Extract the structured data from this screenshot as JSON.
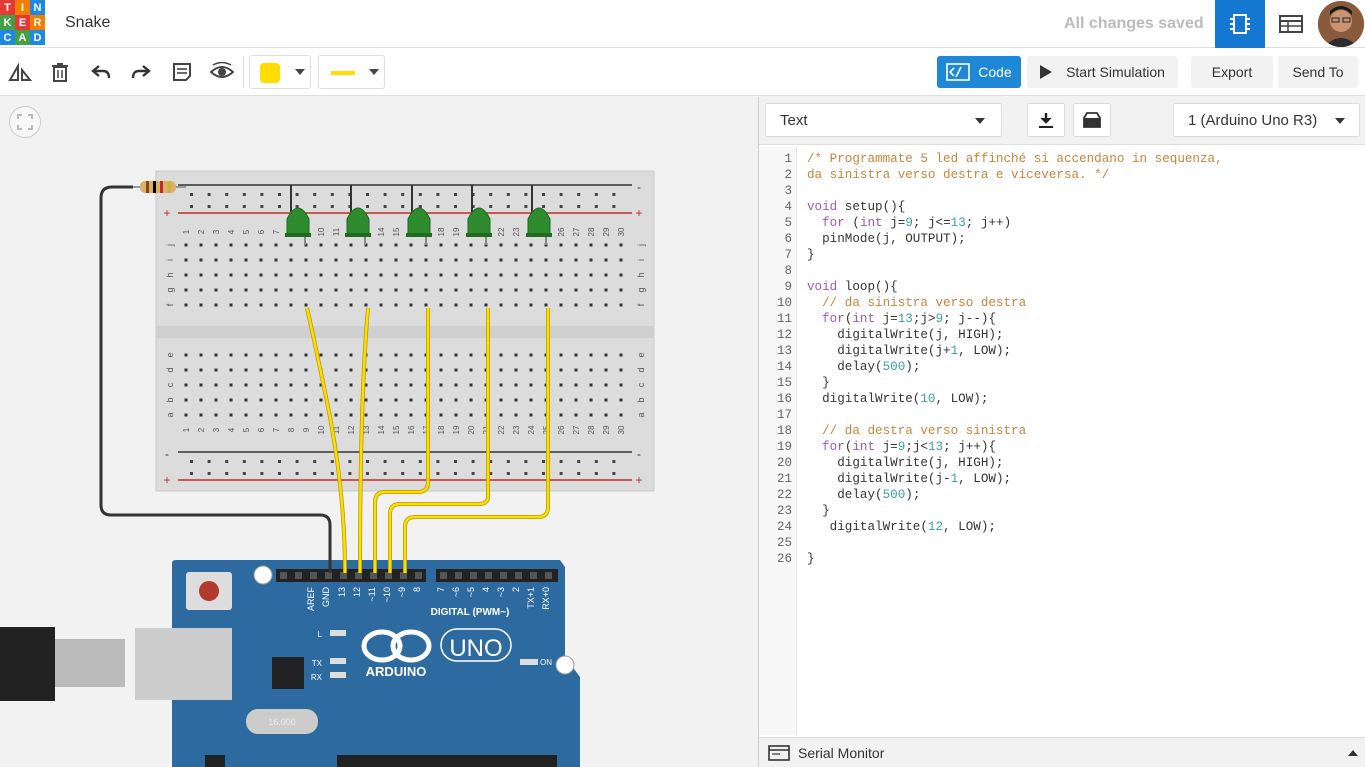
{
  "app": {
    "logo_letters": [
      "T",
      "I",
      "N",
      "K",
      "E",
      "R",
      "C",
      "A",
      "D"
    ],
    "logo_colors": [
      "#e53935",
      "#f57c00",
      "#1e88e5",
      "#43a047",
      "#e53935",
      "#f57c00",
      "#1e88e5",
      "#43a047",
      "#1e88e5"
    ],
    "project_title": "Snake",
    "save_status": "All changes saved"
  },
  "toolbar": {
    "code_label": "Code",
    "start_sim_label": "Start Simulation",
    "export_label": "Export",
    "send_label": "Send To",
    "color_swatch": "#ffdd00"
  },
  "panel": {
    "mode": "Text",
    "device": "1 (Arduino Uno R3)",
    "serial_label": "Serial Monitor"
  },
  "breadboard": {
    "top_numbers": [
      "1",
      "2",
      "3",
      "4",
      "5",
      "6",
      "7",
      "8",
      "9",
      "10",
      "11",
      "12",
      "13",
      "14",
      "15",
      "16",
      "17",
      "18",
      "19",
      "20",
      "21",
      "22",
      "23",
      "24",
      "25",
      "26",
      "27",
      "28",
      "29",
      "30"
    ],
    "row_letters_top": [
      "j",
      "i",
      "h",
      "g",
      "f"
    ],
    "row_letters_bottom": [
      "e",
      "d",
      "c",
      "b",
      "a"
    ],
    "plus": "+",
    "minus": "-"
  },
  "arduino": {
    "pins": [
      "AREF",
      "GND",
      "13",
      "12",
      "~11",
      "~10",
      "~9",
      "8",
      "7",
      "~6",
      "~5",
      "4",
      "~3",
      "2",
      "TX+1",
      "RX+0"
    ],
    "digital_label": "DIGITAL (PWM~)",
    "brand": "ARDUINO",
    "model": "UNO",
    "on_label": "ON",
    "l_label": "L",
    "tx_label": "TX",
    "rx_label": "RX",
    "crystal": "16.000"
  },
  "code": {
    "lines": [
      "/* Programmate 5 led affinché si accendano in sequenza,",
      "da sinistra verso destra e viceversa. */",
      "",
      "void setup(){",
      "  for (int j=9; j<=13; j++)",
      "  pinMode(j, OUTPUT);",
      "}",
      "",
      "void loop(){",
      "  // da sinistra verso destra",
      "  for(int j=13;j>9; j--){",
      "    digitalWrite(j, HIGH);",
      "    digitalWrite(j+1, LOW);",
      "    delay(500);",
      "  }",
      "  digitalWrite(10, LOW);",
      "",
      "  // da destra verso sinistra",
      "  for(int j=9;j<13; j++){",
      "    digitalWrite(j, HIGH);",
      "    digitalWrite(j-1, LOW);",
      "    delay(500);",
      "  }",
      "   digitalWrite(12, LOW);",
      "",
      "}"
    ]
  }
}
